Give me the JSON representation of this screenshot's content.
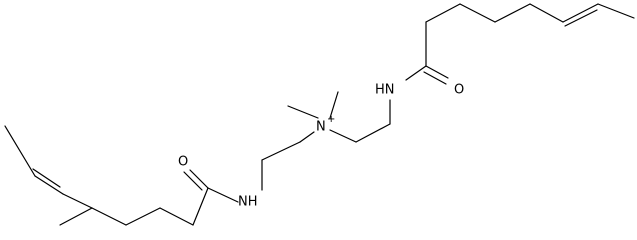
{
  "molecule": {
    "atoms": {
      "amide_nh_upper": "HN",
      "carbonyl_o_upper": "O",
      "ammonium_n": "N",
      "ammonium_charge": "+",
      "carbonyl_o_lower": "O",
      "amide_nh_lower": "NH"
    }
  },
  "colors": {
    "bond": "#000000",
    "label": "#000000",
    "background": "#ffffff"
  }
}
